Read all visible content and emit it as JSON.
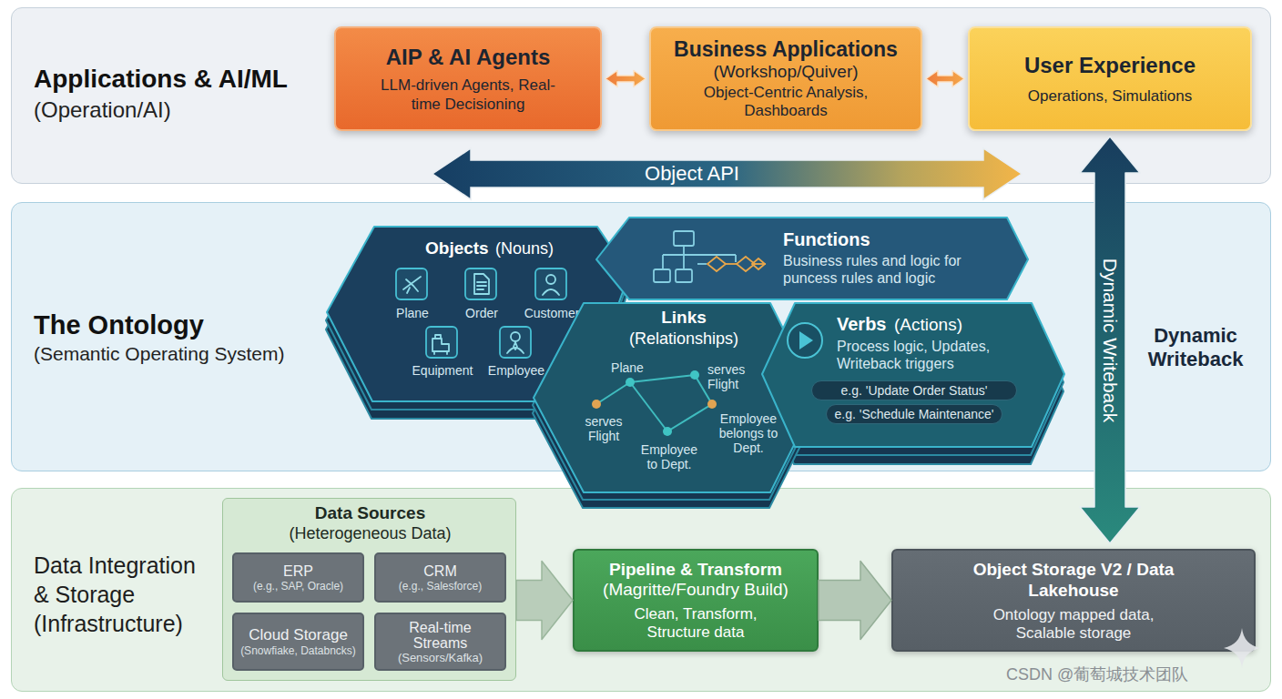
{
  "diagram": {
    "nodes": [
      {
        "text": [
          "Applications & AI/ML",
          "(Operation/AI)"
        ]
      },
      {
        "text": [
          "AIP & AI Agents",
          "LLM-driven Agents, Real-time Decisioning"
        ],
        "in": 0
      },
      {
        "text": [
          "Business Applications",
          "(Workshop/Quiver)",
          "Object-Centric Analysis, Dashboards"
        ],
        "in": 0
      },
      {
        "text": [
          "User Experience",
          "Operations, Simulations"
        ],
        "in": 0
      },
      {
        "text": [
          "The Ontology",
          "(Semantic Operating System)"
        ]
      },
      {
        "text": [
          "Objects",
          "(Nouns)",
          "Plane",
          "Order",
          "Customer",
          "Equipment",
          "Employee"
        ],
        "in": 4
      },
      {
        "text": [
          "Functions",
          "Business rules and logic for puncess rules and logic"
        ],
        "in": 4
      },
      {
        "text": [
          "Links",
          "(Relationships)",
          "Plane",
          "serves Flight",
          "serves Flight",
          "Employee to Dept.",
          "Employee belongs to Dept."
        ],
        "in": 4
      },
      {
        "text": [
          "Verbs",
          "(Actions)",
          "Process logic, Updates, Writeback triggers"
        ],
        "in": 4
      },
      {
        "text": [
          "e.g. 'Update Order Status'"
        ],
        "in": 8
      },
      {
        "text": [
          "e.g. 'Schedule Maintenance'"
        ],
        "in": 8
      },
      {
        "text": [
          "Data Integration & Storage (Infrastructure)"
        ]
      },
      {
        "text": [
          "Data Sources",
          "(Heterogeneous Data)"
        ],
        "in": 11
      },
      {
        "text": [
          "ERP",
          "(e.g., SAP, Oracle)"
        ],
        "in": 12
      },
      {
        "text": [
          "CRM",
          "(e.g., Salesforce)"
        ],
        "in": 12
      },
      {
        "text": [
          "Cloud Storage",
          "(Snowfiake, Databncks)"
        ],
        "in": 12
      },
      {
        "text": [
          "Real-time Streams",
          "(Sensors/Kafka)"
        ],
        "in": 12
      },
      {
        "text": [
          "Pipeline & Transform",
          "(Magritte/Foundry Build)",
          "Clean, Transform, Structure data"
        ],
        "in": 11
      },
      {
        "text": [
          "Object Storage V2 / Data Lakehouse",
          "Ontology mapped data, Scalable storage"
        ],
        "in": 11
      }
    ],
    "edges": [
      {
        "from": 1,
        "to": 2,
        "arrow": "both"
      },
      {
        "from": 2,
        "to": 3,
        "arrow": "both"
      },
      {
        "from": 3,
        "to": 18,
        "arrow": "both",
        "label": "Dynamic Writeback"
      },
      {
        "from": 12,
        "to": 17,
        "arrow": "to"
      },
      {
        "from": 17,
        "to": 18,
        "arrow": "to"
      }
    ],
    "labels": [
      "Object API",
      "Dynamic Writeback",
      "CSDN @葡萄城技术团队"
    ]
  }
}
